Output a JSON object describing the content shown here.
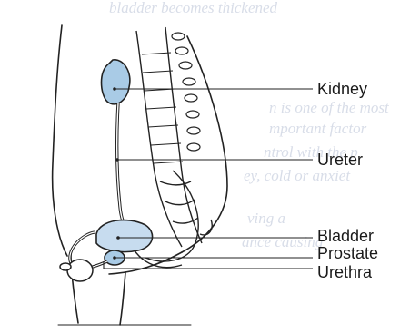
{
  "labels": {
    "kidney": "Kidney",
    "ureter": "Ureter",
    "bladder": "Bladder",
    "prostate": "Prostate",
    "urethra": "Urethra"
  },
  "bleed_through_text": [
    "bladder becomes thickened",
    "n is one of the most",
    "mportant factor",
    "ntrol with the p",
    "ey, cold or anxiet",
    "ving a",
    "ance causing"
  ],
  "colors": {
    "organ_fill": "#a9cbe6",
    "organ_fill_light": "#c7dcef",
    "line": "#222222",
    "ghost_text": "#d8dde8"
  }
}
